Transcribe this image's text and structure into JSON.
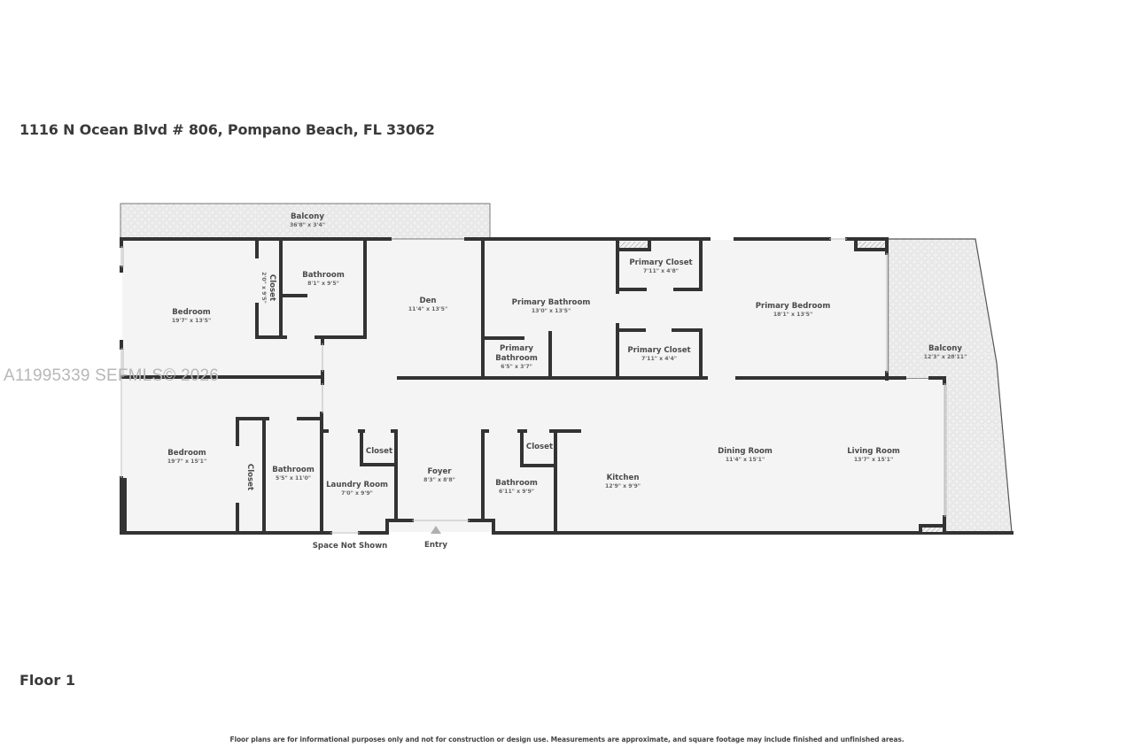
{
  "header": {
    "address": "1116 N Ocean Blvd # 806, Pompano Beach, FL 33062"
  },
  "watermark": "A11995339  SEFMLS© 2026",
  "floor_label": "Floor 1",
  "disclaimer": "Floor plans are for informational purposes only and not for construction or design use. Measurements are approximate, and square footage may include finished and unfinished areas.",
  "colors": {
    "wall": "#333333",
    "room_fill": "#f4f4f4",
    "balcony_fill": "#ededed",
    "text": "#4a4a4a"
  },
  "rooms": {
    "balcony_top": {
      "name": "Balcony",
      "dims": "36'8\" x 3'4\""
    },
    "bedroom_1": {
      "name": "Bedroom",
      "dims": "19'7\" x 13'5\""
    },
    "closet_1": {
      "name": "Closet",
      "dims": "2'0\" x 9'5\""
    },
    "bathroom_1": {
      "name": "Bathroom",
      "dims": "8'1\" x 9'5\""
    },
    "den": {
      "name": "Den",
      "dims": "11'4\" x 13'5\""
    },
    "primary_bathroom": {
      "name": "Primary Bathroom",
      "dims": "13'0\" x 13'5\""
    },
    "primary_bathroom_small": {
      "name_line1": "Primary",
      "name_line2": "Bathroom",
      "dims": "6'5\" x 3'7\""
    },
    "primary_closet_1": {
      "name": "Primary Closet",
      "dims": "7'11\" x 4'8\""
    },
    "primary_closet_2": {
      "name": "Primary Closet",
      "dims": "7'11\" x 4'4\""
    },
    "primary_bedroom": {
      "name": "Primary Bedroom",
      "dims": "18'1\" x 13'5\""
    },
    "balcony_side": {
      "name": "Balcony",
      "dims": "12'3\" x 28'11\""
    },
    "bedroom_2": {
      "name": "Bedroom",
      "dims": "19'7\" x 15'1\""
    },
    "closet_2": {
      "name": "Closet"
    },
    "bathroom_2": {
      "name": "Bathroom",
      "dims": "5'5\" x 11'0\""
    },
    "laundry_room": {
      "name": "Laundry Room",
      "dims": "7'0\" x 9'9\""
    },
    "laundry_closet": {
      "name": "Closet"
    },
    "foyer": {
      "name": "Foyer",
      "dims": "8'3\" x 8'8\""
    },
    "bathroom_3": {
      "name": "Bathroom",
      "dims": "6'11\" x 9'9\""
    },
    "bathroom_3_closet": {
      "name": "Closet"
    },
    "kitchen": {
      "name": "Kitchen",
      "dims": "12'9\" x 9'9\""
    },
    "dining_room": {
      "name": "Dining Room",
      "dims": "11'4\" x 15'1\""
    },
    "living_room": {
      "name": "Living Room",
      "dims": "13'7\" x 15'1\""
    }
  },
  "annotations": {
    "space_not_shown": "Space Not Shown",
    "entry": "Entry"
  }
}
